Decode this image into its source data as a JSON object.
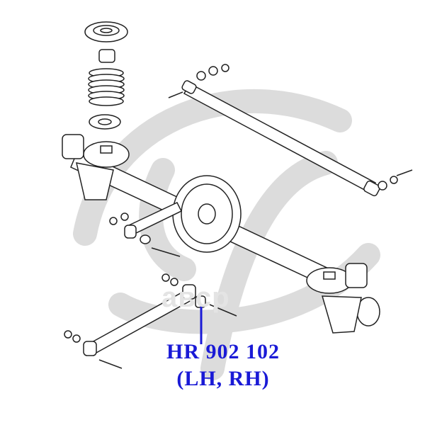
{
  "diagram": {
    "part_number": "HR 902 102",
    "side": "(LH, RH)",
    "watermark_text": "авср"
  },
  "colors": {
    "background": "#ffffff",
    "line": "#222222",
    "watermark": "#d9d9d9",
    "accent": "#1a1ad6"
  }
}
